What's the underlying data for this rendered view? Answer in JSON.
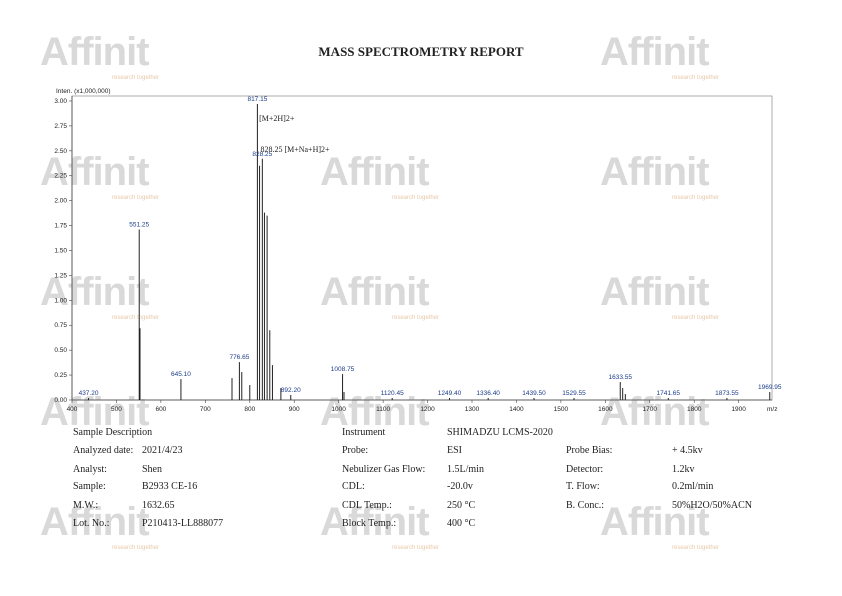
{
  "report": {
    "title": "MASS SPECTROMETRY REPORT",
    "watermark": "Affinit",
    "watermark_sub": "research together"
  },
  "chart_data": {
    "type": "bar",
    "title": "MASS SPECTROMETRY REPORT",
    "ylabel": "Inten. (x1,000,000)",
    "xlabel": "m/z",
    "xlim": [
      400,
      1975
    ],
    "ylim": [
      0,
      3.05
    ],
    "xticks": [
      400,
      500,
      600,
      700,
      800,
      900,
      1000,
      1100,
      1200,
      1300,
      1400,
      1500,
      1600,
      1700,
      1800,
      1900
    ],
    "yticks": [
      "0.00",
      "0.25",
      "0.50",
      "0.75",
      "1.00",
      "1.25",
      "1.50",
      "1.75",
      "2.00",
      "2.25",
      "2.50",
      "2.75",
      "3.00"
    ],
    "peaks": [
      {
        "x": 437.2,
        "y": 0.02,
        "label": "437.20"
      },
      {
        "x": 551.25,
        "y": 1.71,
        "label": "551.25"
      },
      {
        "x": 553.0,
        "y": 0.72,
        "label": ""
      },
      {
        "x": 645.1,
        "y": 0.21,
        "label": "645.10"
      },
      {
        "x": 760.0,
        "y": 0.22,
        "label": ""
      },
      {
        "x": 776.65,
        "y": 0.38,
        "label": "776.65"
      },
      {
        "x": 782.0,
        "y": 0.28,
        "label": ""
      },
      {
        "x": 800.0,
        "y": 0.15,
        "label": ""
      },
      {
        "x": 817.15,
        "y": 2.97,
        "label": "817.15"
      },
      {
        "x": 822.0,
        "y": 2.35,
        "label": ""
      },
      {
        "x": 828.25,
        "y": 2.42,
        "label": "828.25"
      },
      {
        "x": 833.0,
        "y": 1.88,
        "label": ""
      },
      {
        "x": 839.0,
        "y": 1.85,
        "label": ""
      },
      {
        "x": 845.0,
        "y": 0.7,
        "label": ""
      },
      {
        "x": 851.0,
        "y": 0.35,
        "label": ""
      },
      {
        "x": 870.0,
        "y": 0.12,
        "label": ""
      },
      {
        "x": 892.2,
        "y": 0.05,
        "label": "892.20"
      },
      {
        "x": 1008.75,
        "y": 0.26,
        "label": "1008.75"
      },
      {
        "x": 1012.0,
        "y": 0.08,
        "label": ""
      },
      {
        "x": 1120.45,
        "y": 0.02,
        "label": "1120.45"
      },
      {
        "x": 1249.4,
        "y": 0.02,
        "label": "1249.40"
      },
      {
        "x": 1336.4,
        "y": 0.02,
        "label": "1336.40"
      },
      {
        "x": 1439.5,
        "y": 0.02,
        "label": "1439.50"
      },
      {
        "x": 1529.55,
        "y": 0.02,
        "label": "1529.55"
      },
      {
        "x": 1633.55,
        "y": 0.18,
        "label": "1633.55"
      },
      {
        "x": 1639.0,
        "y": 0.12,
        "label": ""
      },
      {
        "x": 1645.0,
        "y": 0.06,
        "label": ""
      },
      {
        "x": 1741.65,
        "y": 0.02,
        "label": "1741.65"
      },
      {
        "x": 1873.55,
        "y": 0.02,
        "label": "1873.55"
      },
      {
        "x": 1969.95,
        "y": 0.08,
        "label": "1969.95"
      }
    ],
    "annotations": [
      {
        "text": "[M+2H]2+",
        "x": 821,
        "y": 2.8
      },
      {
        "text": "828.25    [M+Na+H]2+",
        "x": 824,
        "y": 2.49
      }
    ],
    "bar_color": "#222222",
    "label_color": "#1a3a8a",
    "grid": false
  },
  "info": {
    "sample_description": "Sample Description",
    "analyzed_date_label": "Analyzed date:",
    "analyzed_date": "2021/4/23",
    "analyst_label": "Analyst:",
    "analyst": "Shen",
    "sample_label": "Sample:",
    "sample": "B2933 CE-16",
    "mw_label": "M.W.:",
    "mw": "1632.65",
    "lot_label": "Lot. No.:",
    "lot": "P210413-LL888077",
    "instrument_label": "Instrument",
    "instrument": "SHIMADZU LCMS-2020",
    "probe_label": "Probe:",
    "probe": "ESI",
    "nebulizer_label": "Nebulizer Gas Flow:",
    "nebulizer": "1.5L/min",
    "cdl_label": "CDL:",
    "cdl": "-20.0v",
    "cdl_temp_label": "CDL Temp.:",
    "cdl_temp": "250 °C",
    "block_temp_label": "Block Temp.:",
    "block_temp": "400 °C",
    "probe_bias_label": "Probe Bias:",
    "probe_bias": "+ 4.5kv",
    "detector_label": "Detector:",
    "detector": "1.2kv",
    "tflow_label": "T. Flow:",
    "tflow": "0.2ml/min",
    "bconc_label": "B. Conc.:",
    "bconc": "50%H2O/50%ACN"
  }
}
